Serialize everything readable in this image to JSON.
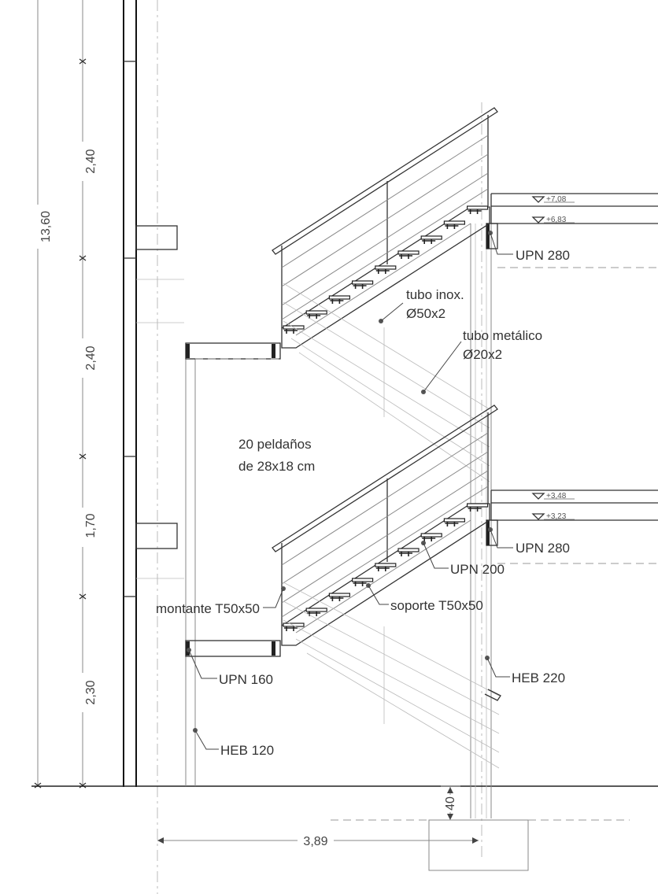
{
  "labels": {
    "tubo_inox_1": "tubo inox.",
    "tubo_inox_2": "Ø50x2",
    "tubo_metalico_1": "tubo metálico",
    "tubo_metalico_2": "Ø20x2",
    "peldanos_1": "20 peldaños",
    "peldanos_2": "de 28x18 cm",
    "upn280_top": "UPN 280",
    "upn280_mid": "UPN 280",
    "upn200": "UPN 200",
    "soporte": "soporte T50x50",
    "montante": "montante T50x50",
    "upn160": "UPN 160",
    "heb220": "HEB 220",
    "heb120": "HEB 120"
  },
  "elevations": {
    "e708": "+7,08",
    "e683": "+6,83",
    "e348": "+3,48",
    "e323": "+3,23"
  },
  "dimensions": {
    "total": "13,60",
    "d1": "2,40",
    "d2": "2,40",
    "d3": "1,70",
    "d4": "2,30",
    "foundation": "40",
    "width": "3,89"
  }
}
